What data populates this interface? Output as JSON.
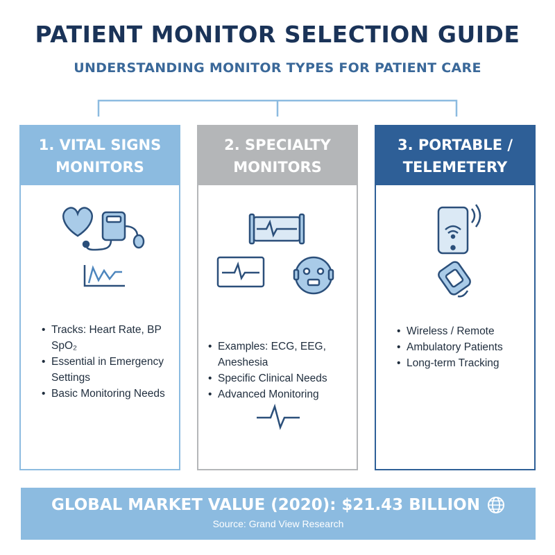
{
  "header": {
    "title": "PATIENT MONITOR SELECTION GUIDE",
    "subtitle": "UNDERSTANDING MONITOR TYPES FOR PATIENT CARE"
  },
  "cards": [
    {
      "title_line1": "1. VITAL SIGNS",
      "title_line2": "MONITORS",
      "icons": [
        "heart-icon",
        "blood-pressure-cuff-icon",
        "vitals-graph-icon"
      ],
      "features": [
        "Tracks: Heart Rate, BP SpO₂",
        "Essential in Emergency",
        "Settings",
        "Basic Monitoring Needs"
      ],
      "accent": "#8cbbe0"
    },
    {
      "title_line1": "2. SPECIALTY",
      "title_line2": "MONITORS",
      "icons": [
        "ecg-strip-icon",
        "ecg-monitor-icon",
        "anesthesia-mask-icon",
        "heartbeat-line-icon"
      ],
      "features": [
        "Examples: ECG, EEG, Aneshesia",
        "Specific Clinical Needs",
        "Advanced Monitoring"
      ],
      "accent": "#b4b6b8"
    },
    {
      "title_line1": "3. PORTABLE /",
      "title_line2": "TELEMETERY",
      "icons": [
        "smartphone-wifi-icon",
        "wearable-sensor-icon"
      ],
      "features": [
        "Wireless / Remote",
        "Ambulatory Patients",
        "Long-term Tracking"
      ],
      "accent": "#2e5f97"
    }
  ],
  "footer": {
    "market_value": "GLOBAL MARKET VALUE (2020): $21.43 BILLION",
    "source": "Source: Grand View Research",
    "icon": "globe-icon"
  }
}
